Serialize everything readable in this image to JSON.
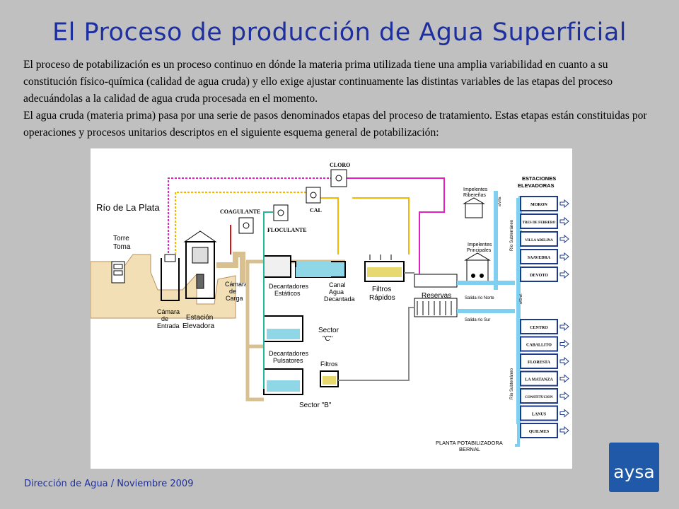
{
  "title": "El Proceso de producción de Agua Superficial",
  "intro": {
    "p1": "El proceso de potabilización es un proceso continuo en dónde la materia prima utilizada tiene una amplia variabilidad en cuanto a su constitución físico-química (calidad de agua cruda) y ello exige ajustar continuamente las distintas variables de las etapas del proceso adecuándolas a la calidad de agua cruda procesada en el momento.",
    "p2": "El agua cruda (materia prima) pasa por una serie de pasos denominados etapas del proceso de tratamiento. Estas etapas están constituidas por operaciones y procesos unitarios descriptos en el siguiente esquema general de potabilización:"
  },
  "diagram": {
    "rio": "Río de La Plata",
    "torre_1": "Torre",
    "torre_2": "Toma",
    "camara_entrada_1": "Cámara",
    "camara_entrada_2": "de",
    "camara_entrada_3": "Entrada",
    "estacion_1": "Estación",
    "estacion_2": "Elevadora",
    "camara_carga_1": "Cámara",
    "camara_carga_2": "de",
    "camara_carga_3": "Carga",
    "coagulante": "COAGULANTE",
    "floculante": "FLOCULANTE",
    "cal": "CAL",
    "cloro": "CLORO",
    "decant_est_1": "Decantadores",
    "decant_est_2": "Estáticos",
    "canal_1": "Canal",
    "canal_2": "Agua",
    "canal_3": "Decantada",
    "filtros_r_1": "Filtros",
    "filtros_r_2": "Rápidos",
    "reservas": "Reservas",
    "sector_c_1": "Sector",
    "sector_c_2": "\"C\"",
    "decant_pul_1": "Decantadores",
    "decant_pul_2": "Pulsatores",
    "filtros": "Filtros",
    "sector_b": "Sector \"B\"",
    "imp_rib_1": "Impelentes",
    "imp_rib_2": "Ribereñas",
    "imp_pri_1": "Impelentes",
    "imp_pri_2": "Principales",
    "salida_norte": "Salida río Norte",
    "salida_sur": "Salida río Sur",
    "rio_sub": "Río Subterráneo",
    "vert_1": "a/Villa",
    "vert_2": "a/Gral.",
    "estaciones_1": "ESTACIONES",
    "estaciones_2": "ELEVADORAS",
    "stations_top": [
      "MORON",
      "TRES DE FEBRERO",
      "VILLA ADELINA",
      "SAAVEDRA",
      "DEVOTO"
    ],
    "stations_bottom": [
      "CENTRO",
      "CABALLITO",
      "FLORESTA",
      "LA MATANZA",
      "CONSTITUCION",
      "LANUS",
      "QUILMES"
    ],
    "planta_1": "PLANTA POTABILIZADORA",
    "planta_2": "BERNAL"
  },
  "footer": "Dirección de Agua / Noviembre 2009",
  "logo": "aysa",
  "colors": {
    "title": "#1e2f9e",
    "background": "#c0c0c0",
    "pipe_cyan": "#7fcff0",
    "coagulante": "#e01010",
    "floculante": "#20b89a",
    "cal": "#f5b800",
    "cloro": "#e020c0",
    "logo": "#1f59a8"
  }
}
